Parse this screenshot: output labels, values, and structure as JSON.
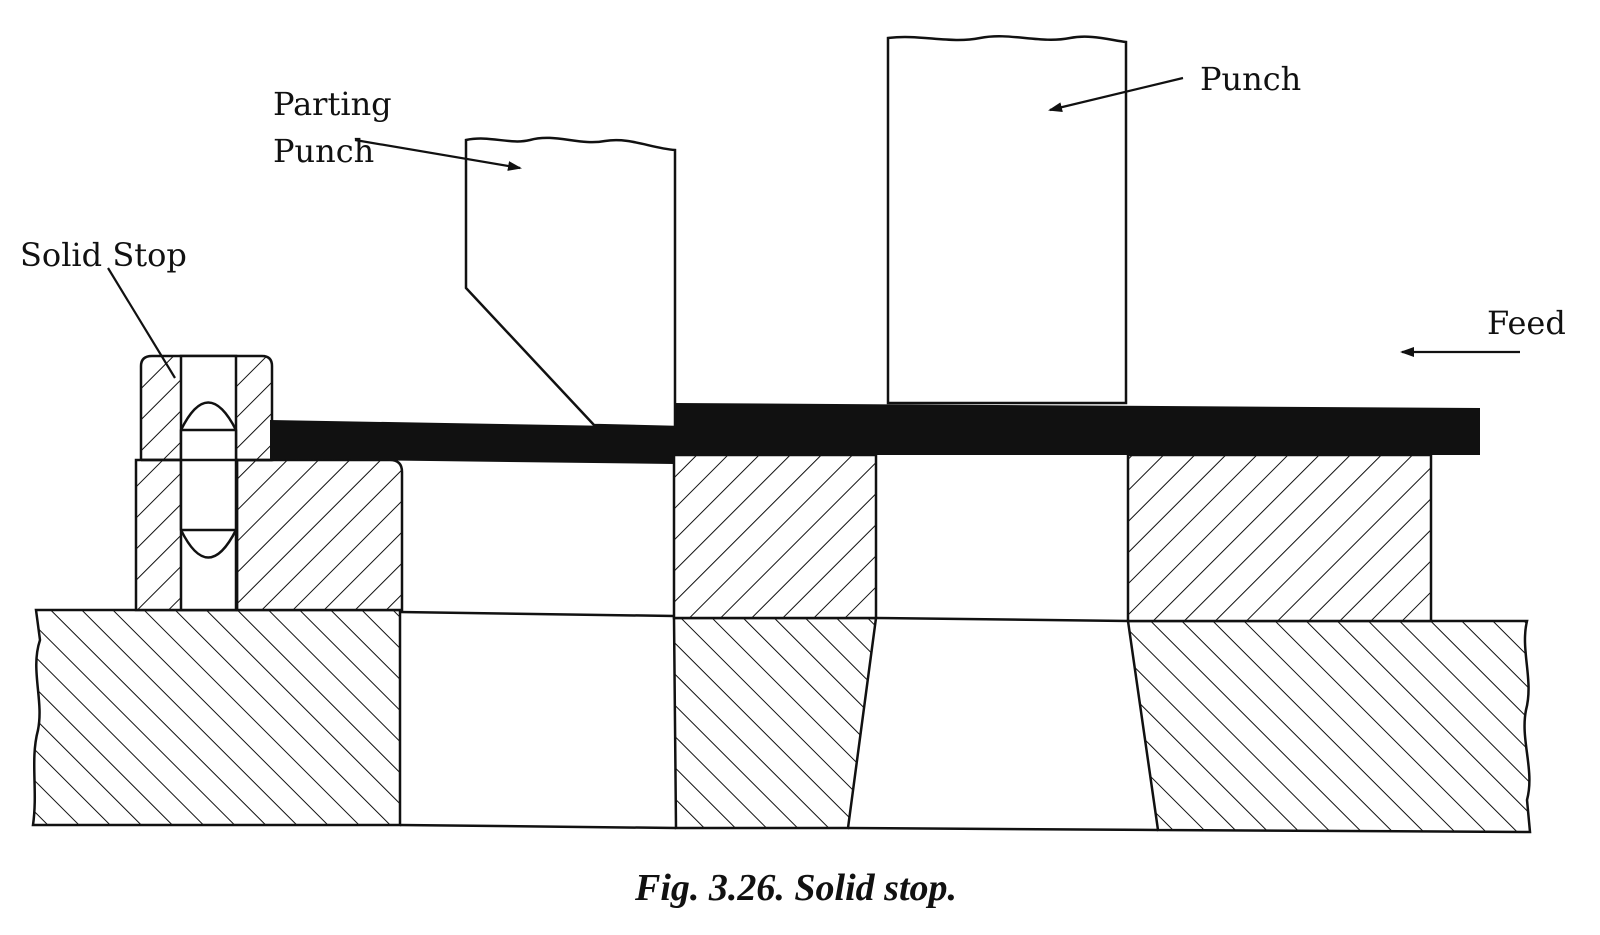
{
  "figure": {
    "labels": {
      "parting_punch_line1": "Parting",
      "parting_punch_line2": "Punch",
      "punch": "Punch",
      "solid_stop": "Solid Stop",
      "feed": "Feed"
    },
    "caption": "Fig. 3.26. Solid stop."
  }
}
